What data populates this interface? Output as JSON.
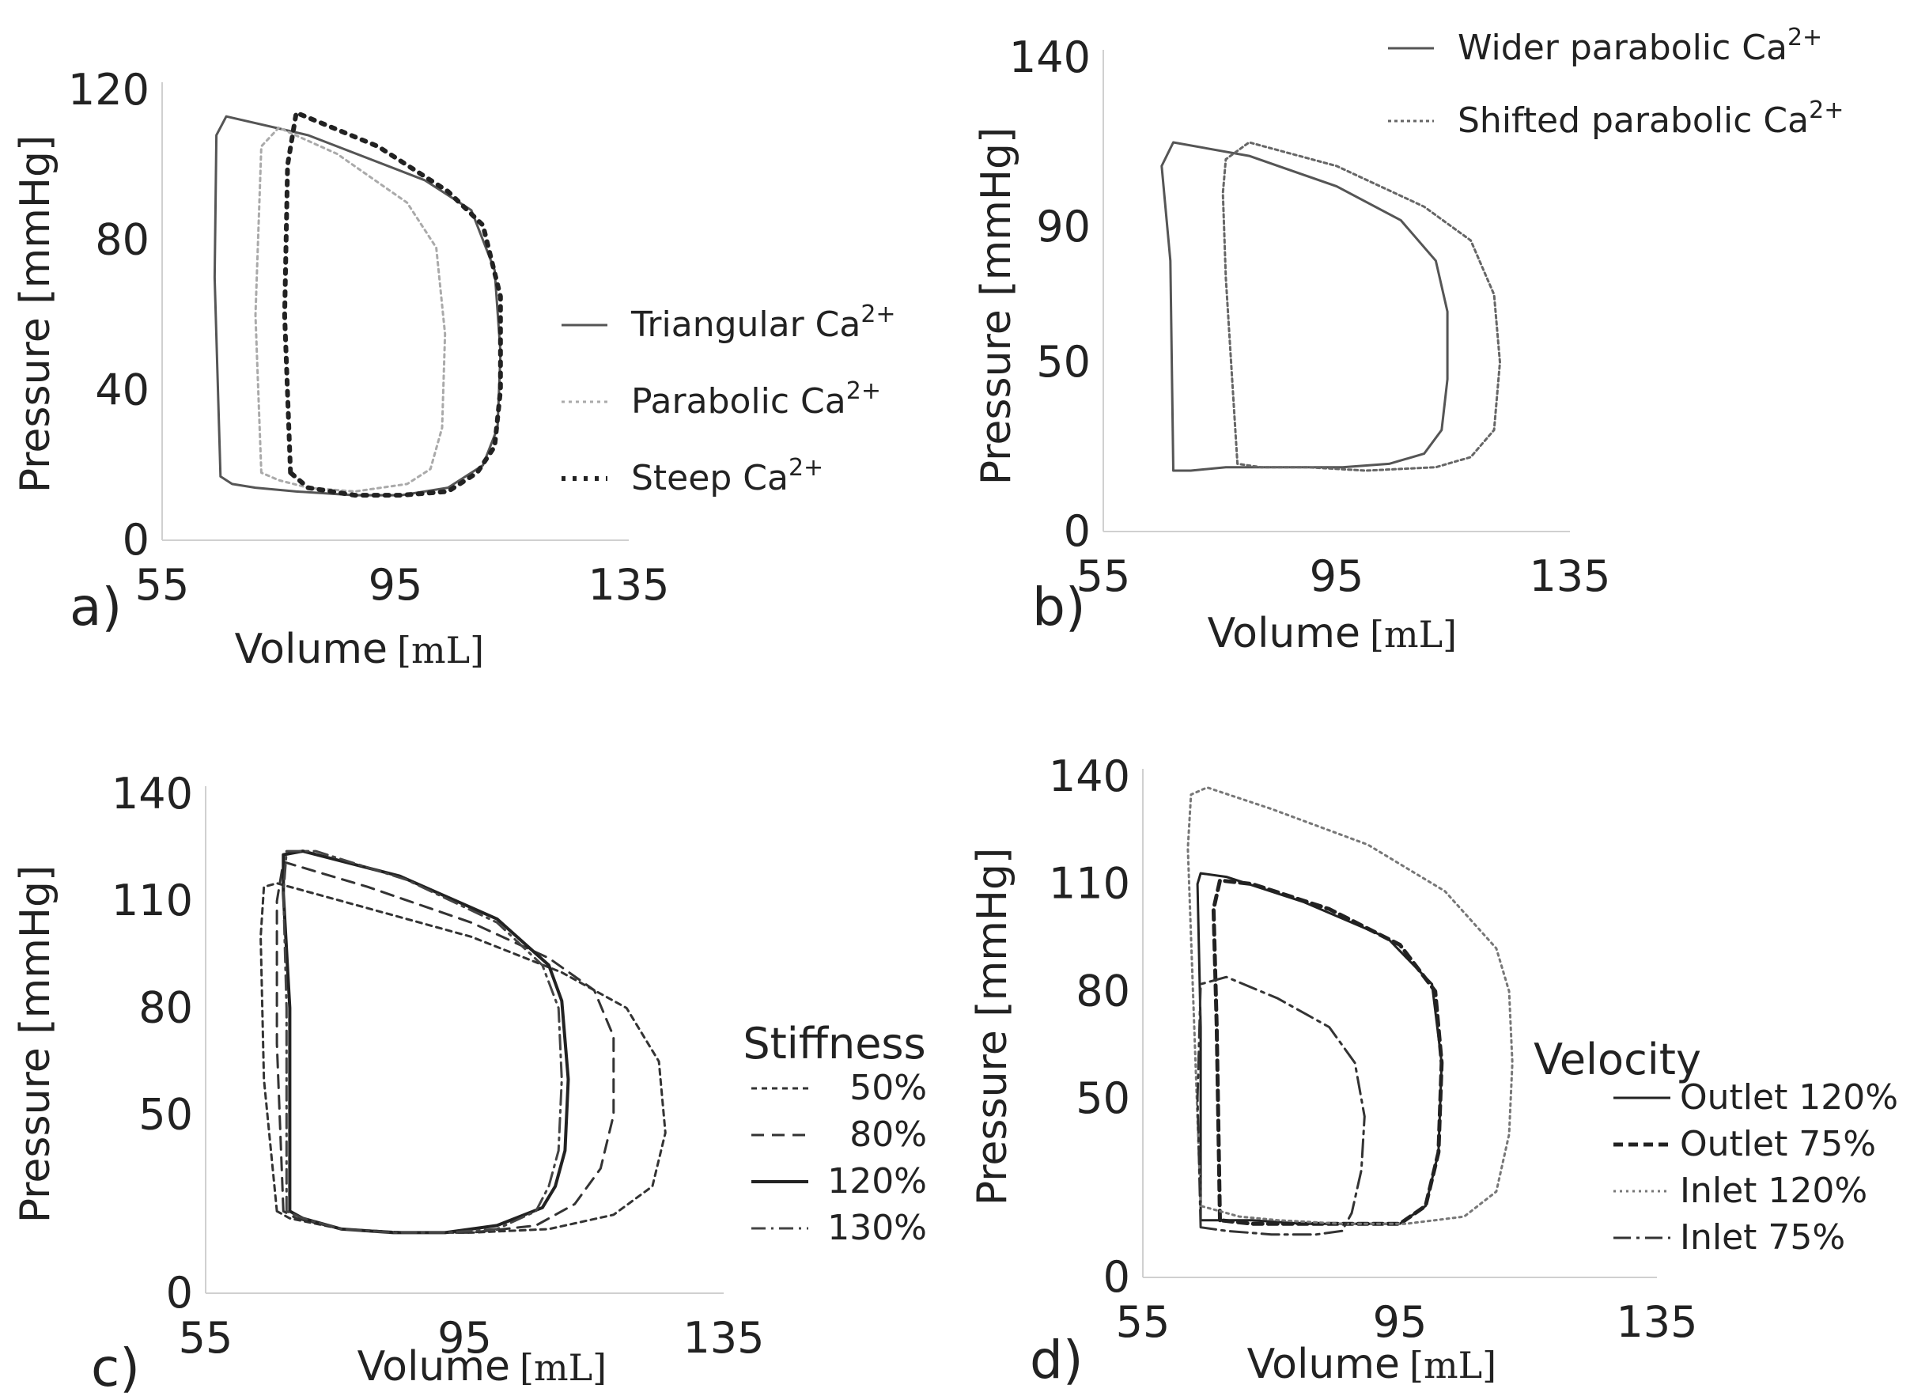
{
  "chart_data": [
    {
      "panel": "a)",
      "type": "line",
      "xlabel": "Volume",
      "xunit": "[mL]",
      "ylabel": "Pressure [mmHg]",
      "xticks": [
        "55",
        "95",
        "135"
      ],
      "yticks": [
        "0",
        "40",
        "80",
        "120"
      ],
      "xlim": [
        55,
        135
      ],
      "ylim": [
        0,
        120
      ],
      "legend_position": "right",
      "series": [
        {
          "name": "Triangular Ca",
          "sup": "2+",
          "color": "#555555",
          "dash": "none",
          "width": 3,
          "x": [
            65,
            64,
            64.3,
            66,
            80,
            100,
            108,
            112,
            113,
            112.5,
            110,
            104,
            96,
            88,
            78,
            71,
            67,
            65
          ],
          "y": [
            17,
            70,
            108,
            113,
            108,
            96,
            88,
            72,
            50,
            30,
            20,
            14,
            12,
            12,
            13,
            14,
            15,
            17
          ]
        },
        {
          "name": "Parabolic Ca",
          "sup": "2+",
          "color": "#aaaaaa",
          "dash": "4 5",
          "width": 3,
          "x": [
            72,
            71,
            72,
            75,
            85,
            97,
            102,
            103.5,
            103,
            101,
            97,
            88,
            80,
            75,
            72
          ],
          "y": [
            18,
            60,
            105,
            110,
            103,
            90,
            78,
            55,
            30,
            19,
            15,
            13,
            14,
            16,
            18
          ]
        },
        {
          "name": "Steep Ca",
          "sup": "2+",
          "color": "#222222",
          "dash": "5 9",
          "width": 6,
          "x": [
            77,
            76,
            76.5,
            78,
            92,
            104,
            110,
            113,
            113,
            112,
            109,
            104,
            96,
            88,
            80,
            77
          ],
          "y": [
            18,
            60,
            100,
            114,
            105,
            93,
            84,
            65,
            40,
            25,
            18,
            13,
            12,
            12,
            14,
            18
          ]
        }
      ]
    },
    {
      "panel": "b)",
      "type": "line",
      "xlabel": "Volume",
      "xunit": "[mL]",
      "ylabel": "Pressure [mmHg]",
      "xticks": [
        "55",
        "95",
        "135"
      ],
      "yticks": [
        "0",
        "50",
        "90",
        "140"
      ],
      "xlim": [
        55,
        135
      ],
      "ylim": [
        0,
        140
      ],
      "legend_position": "top-right",
      "series": [
        {
          "name": "Wider parabolic Ca",
          "sup": "2+",
          "color": "#555555",
          "dash": "none",
          "width": 3,
          "x": [
            67,
            66.5,
            65,
            67,
            80,
            95,
            106,
            112,
            114,
            114,
            113,
            110,
            104,
            96,
            86,
            76,
            70,
            67
          ],
          "y": [
            18,
            80,
            108,
            115,
            111,
            102,
            92,
            80,
            65,
            45,
            30,
            23,
            20,
            19,
            19,
            19,
            18,
            18
          ]
        },
        {
          "name": "Shifted parabolic Ca",
          "sup": "2+",
          "color": "#666666",
          "dash": "4 4",
          "width": 3,
          "x": [
            78,
            76,
            75.5,
            76,
            80,
            95,
            110,
            118,
            122,
            123,
            122,
            118,
            112,
            100,
            90,
            82,
            78
          ],
          "y": [
            20,
            75,
            100,
            110,
            115,
            108,
            96,
            86,
            70,
            50,
            30,
            22,
            19,
            18,
            19,
            19,
            20
          ]
        }
      ]
    },
    {
      "panel": "c)",
      "type": "line",
      "xlabel": "Volume",
      "xunit": "[mL]",
      "ylabel": "Pressure [mmHg]",
      "xticks": [
        "55",
        "95",
        "135"
      ],
      "yticks": [
        "0",
        "50",
        "80",
        "110",
        "140"
      ],
      "xlim": [
        55,
        135
      ],
      "ylim": [
        0,
        140
      ],
      "legend_title": "Stiffness",
      "legend_position": "right",
      "series": [
        {
          "name": "50%",
          "color": "#333333",
          "dash": "7 6",
          "width": 3,
          "x": [
            66,
            64,
            63.5,
            64,
            66,
            80,
            96,
            110,
            120,
            125,
            126,
            124,
            118,
            108,
            96,
            86,
            76,
            68,
            66
          ],
          "y": [
            23,
            60,
            100,
            114,
            115,
            108,
            100,
            90,
            80,
            65,
            45,
            30,
            22,
            18,
            17,
            17,
            18,
            21,
            23
          ]
        },
        {
          "name": "80%",
          "color": "#333333",
          "dash": "16 10",
          "width": 3,
          "x": [
            67,
            66,
            66,
            67,
            80,
            96,
            108,
            115,
            118,
            118,
            116,
            112,
            106,
            96,
            86,
            76,
            69,
            67
          ],
          "y": [
            23,
            70,
            110,
            121,
            114,
            104,
            94,
            85,
            72,
            50,
            35,
            25,
            19,
            17,
            17,
            18,
            21,
            23
          ]
        },
        {
          "name": "120%",
          "color": "#222222",
          "dash": "none",
          "width": 4,
          "x": [
            68,
            68,
            67,
            67,
            70,
            85,
            100,
            108,
            110,
            111,
            110.5,
            109,
            107,
            100,
            92,
            84,
            76,
            70,
            68
          ],
          "y": [
            23,
            80,
            112,
            123,
            124,
            117,
            105,
            92,
            82,
            60,
            40,
            30,
            24,
            19,
            17,
            17,
            18,
            21,
            23
          ]
        },
        {
          "name": "130%",
          "color": "#444444",
          "dash": "18 7 3 7",
          "width": 3,
          "x": [
            67.5,
            67.5,
            67,
            67.5,
            72,
            86,
            100,
            107,
            109.5,
            110,
            109.5,
            108,
            106,
            100,
            92,
            84,
            76,
            70,
            67.5
          ],
          "y": [
            23,
            80,
            112,
            124,
            124,
            116,
            104,
            92,
            80,
            60,
            40,
            30,
            23,
            18,
            17,
            17,
            18,
            21,
            23
          ]
        }
      ]
    },
    {
      "panel": "d)",
      "type": "line",
      "xlabel": "Volume",
      "xunit": "[mL]",
      "ylabel": "Pressure [mmHg]",
      "xticks": [
        "55",
        "95",
        "135"
      ],
      "yticks": [
        "0",
        "50",
        "80",
        "110",
        "140"
      ],
      "xlim": [
        55,
        135
      ],
      "ylim": [
        0,
        140
      ],
      "legend_title": "Velocity",
      "legend_position": "right",
      "series": [
        {
          "name": "Outlet 120%",
          "color": "#222222",
          "dash": "none",
          "width": 3,
          "x": [
            64,
            64,
            63.5,
            64,
            68,
            80,
            93,
            100,
            101.5,
            101,
            99,
            95,
            88,
            80,
            72,
            66,
            64
          ],
          "y": [
            16,
            70,
            110,
            113,
            112,
            105,
            95,
            82,
            60,
            35,
            20,
            15,
            15,
            15,
            16,
            16,
            16
          ]
        },
        {
          "name": "Outlet 75%",
          "color": "#222222",
          "dash": "12 7",
          "width": 5,
          "x": [
            67,
            66.5,
            66,
            67,
            72,
            84,
            95,
            100.5,
            101.5,
            101,
            99,
            95,
            88,
            80,
            72,
            67
          ],
          "y": [
            16,
            70,
            103,
            111,
            110,
            103,
            93,
            80,
            60,
            35,
            20,
            15,
            15,
            15,
            15,
            16
          ]
        },
        {
          "name": "Inlet 120%",
          "color": "#777777",
          "dash": "3 5",
          "width": 3,
          "x": [
            64,
            63,
            62,
            62.5,
            65,
            75,
            90,
            102,
            110,
            112,
            112.5,
            112,
            110,
            105,
            96,
            86,
            76,
            70,
            66,
            64
          ],
          "y": [
            20,
            70,
            120,
            135,
            137,
            131,
            121,
            108,
            92,
            80,
            60,
            40,
            24,
            17,
            15,
            15,
            16,
            17,
            19,
            20
          ]
        },
        {
          "name": "Inlet 75%",
          "color": "#333333",
          "dash": "22 7 4 7",
          "width": 3,
          "x": [
            64,
            63.5,
            64,
            68,
            76,
            84,
            88,
            89.5,
            89,
            87.5,
            86,
            82,
            75,
            68,
            64
          ],
          "y": [
            14,
            50,
            82,
            84,
            78,
            70,
            60,
            45,
            30,
            18,
            13,
            12,
            12,
            13,
            14
          ]
        }
      ]
    }
  ]
}
